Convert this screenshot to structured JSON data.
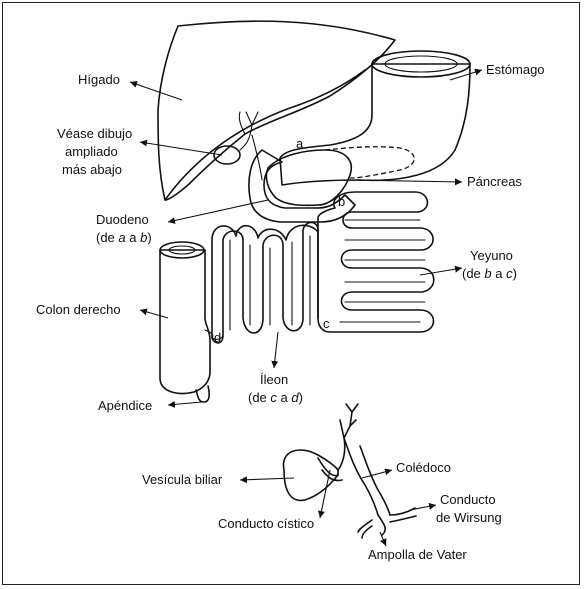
{
  "labels": {
    "higado": "Hígado",
    "estomago": "Estómago",
    "vease_1": "Véase dibujo",
    "vease_2": "ampliado",
    "vease_3": "más abajo",
    "pancreas": "Páncreas",
    "duodeno_1": "Duodeno",
    "duodeno_2_pre": "(de ",
    "duodeno_2_a": "a",
    "duodeno_2_mid": " a ",
    "duodeno_2_b": "b",
    "duodeno_2_post": ")",
    "yeyuno_1": "Yeyuno",
    "yeyuno_2_pre": "(de ",
    "yeyuno_2_b": "b",
    "yeyuno_2_mid": " a ",
    "yeyuno_2_c": "c",
    "yeyuno_2_post": ")",
    "colon": "Colon derecho",
    "ileon_1": "Íleon",
    "ileon_2_pre": "(de ",
    "ileon_2_c": "c",
    "ileon_2_mid": " a ",
    "ileon_2_d": "d",
    "ileon_2_post": ")",
    "apendice": "Apéndice",
    "vesicula": "Vesícula biliar",
    "coledoco": "Colédoco",
    "cistico": "Conducto cístico",
    "wirsung_1": "Conducto",
    "wirsung_2": "de Wirsung",
    "ampolla": "Ampolla de Vater"
  },
  "points": {
    "a": "a",
    "b": "b",
    "c": "c",
    "d": "d"
  }
}
